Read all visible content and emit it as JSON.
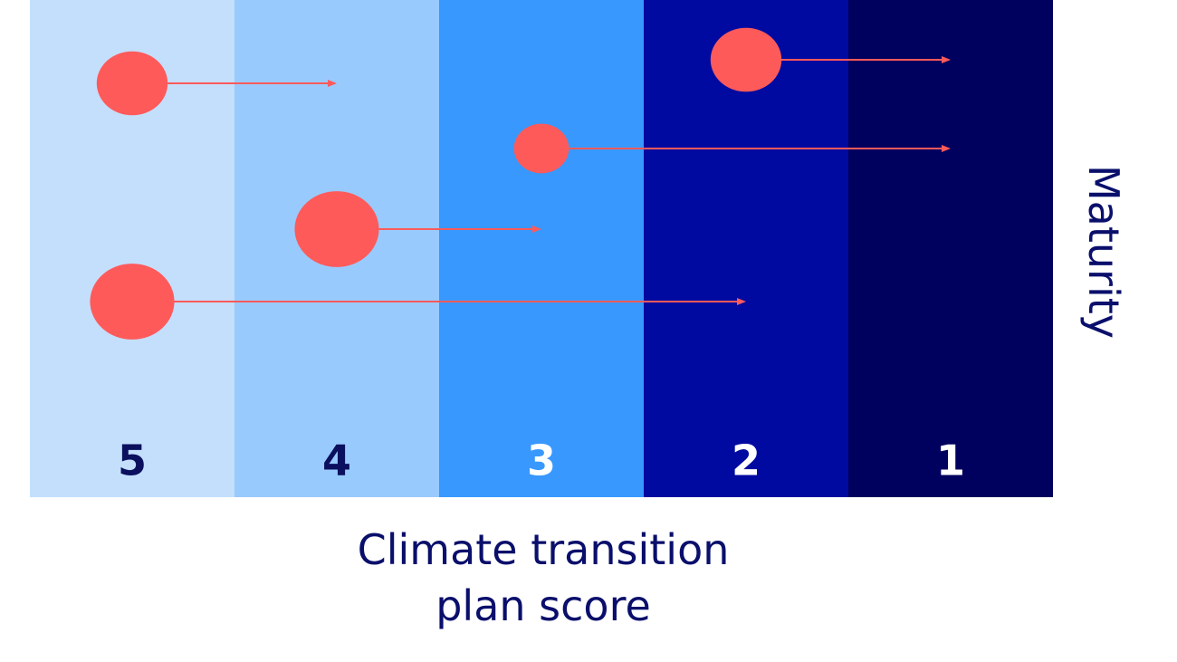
{
  "bands": [
    {
      "label": "5",
      "color": "#c4dffb",
      "text_color": "#0a0f5e"
    },
    {
      "label": "4",
      "color": "#99cafd",
      "text_color": "#0a0f5e"
    },
    {
      "label": "3",
      "color": "#3898fd",
      "text_color": "#ffffff"
    },
    {
      "label": "2",
      "color": "#000aa0",
      "text_color": "#ffffff"
    },
    {
      "label": "1",
      "color": "#00005e",
      "text_color": "#ffffff"
    }
  ],
  "x_axis_label": {
    "line1": "Climate transition",
    "line2": "plan score"
  },
  "y_axis_label": "Maturity",
  "bubble_color": "#ff5a5a",
  "arrows": [
    {
      "start_score": 5.0,
      "end_score": 4.0,
      "maturity_rank": 2,
      "size": 0.8
    },
    {
      "start_score": 2.0,
      "end_score": 1.0,
      "maturity_rank": 1,
      "size": 0.8
    },
    {
      "start_score": 3.0,
      "end_score": 1.0,
      "maturity_rank": 3,
      "size": 0.62
    },
    {
      "start_score": 4.0,
      "end_score": 3.0,
      "maturity_rank": 4,
      "size": 0.95
    },
    {
      "start_score": 5.0,
      "end_score": 2.0,
      "maturity_rank": 5,
      "size": 0.95
    }
  ]
}
